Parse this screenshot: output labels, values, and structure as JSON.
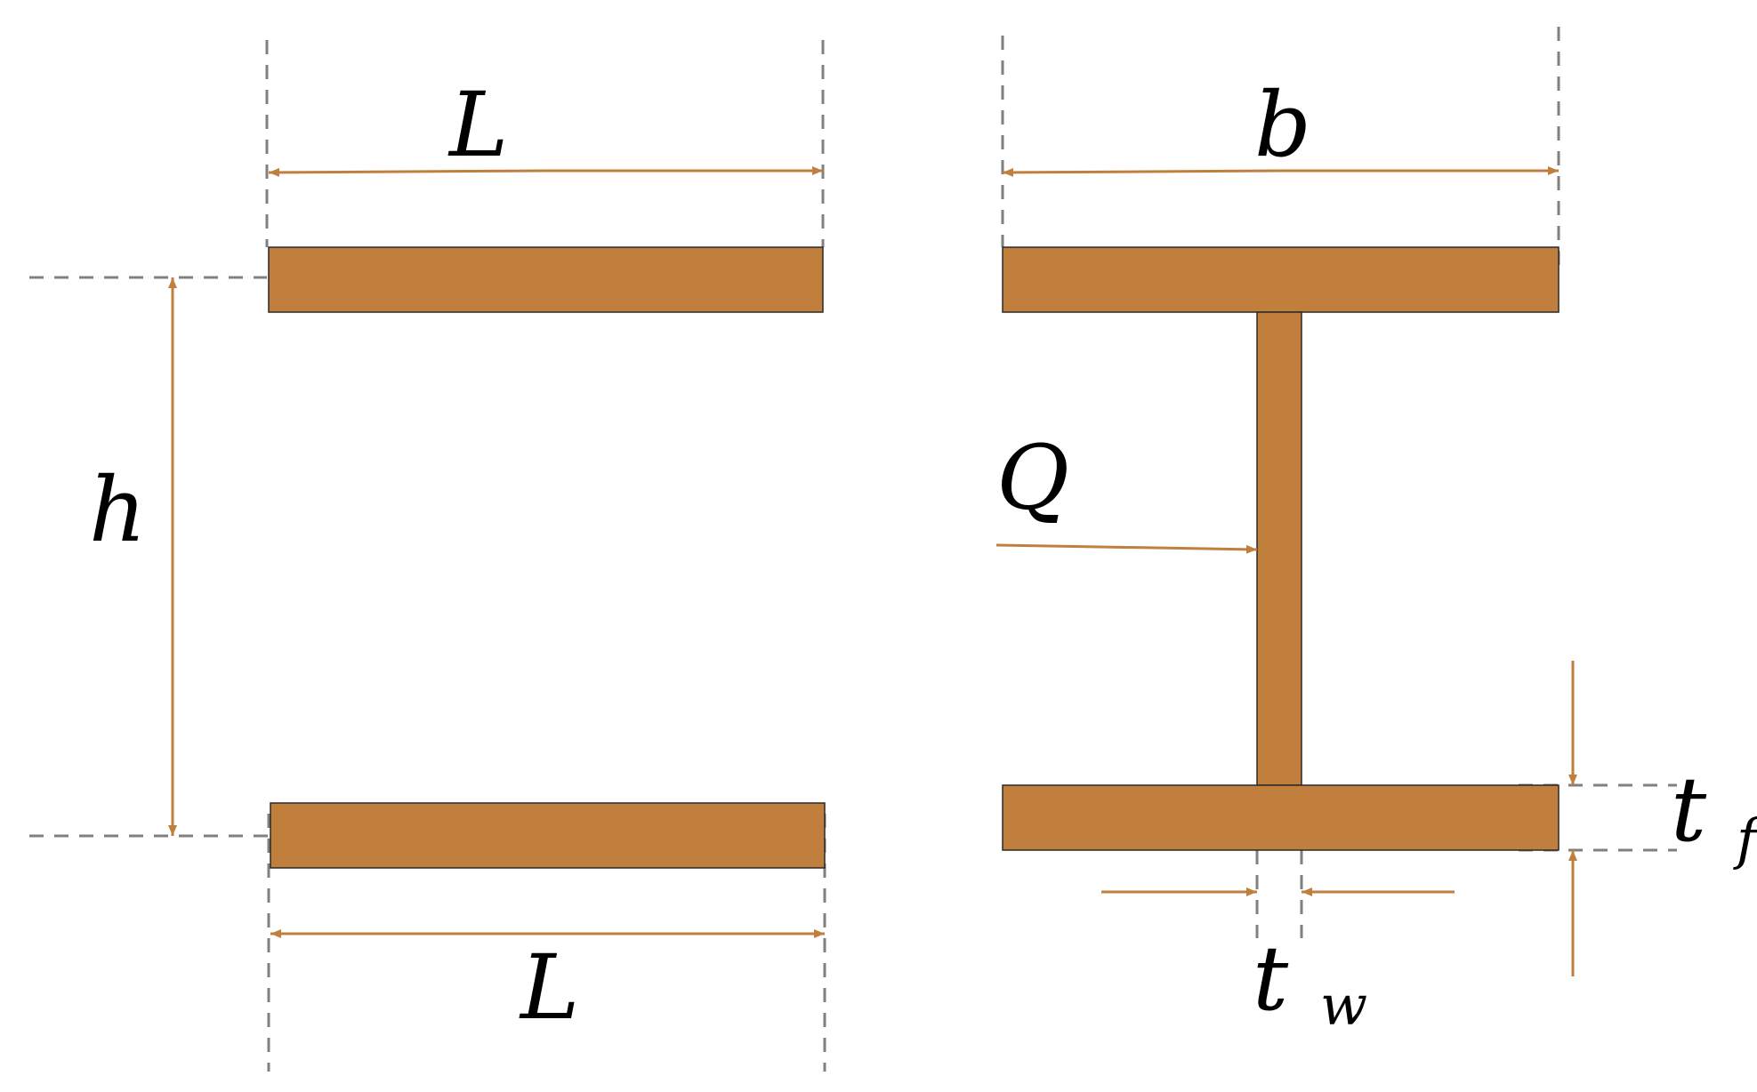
{
  "labels": {
    "length_top": "L",
    "length_bottom": "L",
    "height": "h",
    "flange_width": "b",
    "force": "Q",
    "web_thickness_base": "t",
    "web_thickness_sub": "w",
    "flange_thickness_base": "t",
    "flange_thickness_sub": "f"
  },
  "colors": {
    "plate": "#c17f3e",
    "dimension_line": "#c17f3e",
    "guide_line": "#808080",
    "text": "#000000"
  }
}
